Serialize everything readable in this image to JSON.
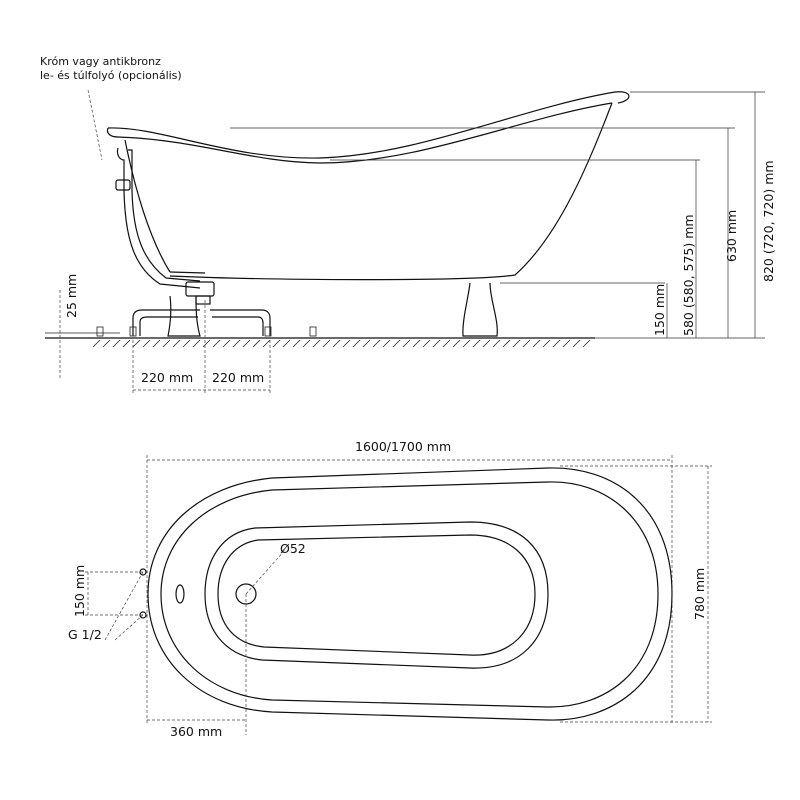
{
  "side_view": {
    "note_line1": "Króm vagy antikbronz",
    "note_line2": "le- és túlfolyó (opcionális)",
    "dim_feet_height": "25 mm",
    "dim_leg_height": "150 mm",
    "dim_inner_height": "580 (580, 575)  mm",
    "dim_rim_height": "630 mm",
    "dim_total_height": "820 (720, 720) mm",
    "dim_left_offset": "220 mm",
    "dim_right_offset": "220 mm"
  },
  "top_view": {
    "dim_length": "1600/1700 mm",
    "dim_width": "780 mm",
    "dim_drain_offset": "360 mm",
    "dim_tap_spacing": "150 mm",
    "tap_thread": "G 1/2",
    "drain_diameter": "Ø52"
  }
}
